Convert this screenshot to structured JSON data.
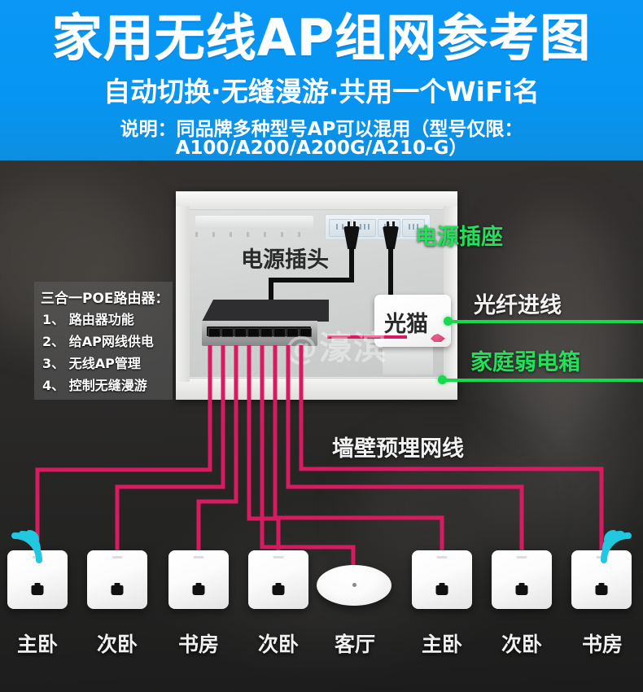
{
  "header": {
    "title": "家用无线AP组网参考图",
    "subtitle": "自动切换·无缝漫游·共用一个WiFi名",
    "note": "说明：同品牌多种型号AP可以混用（型号仅限：A100/A200/A200G/A210-G）",
    "bg_color": "#0a97f5",
    "text_color": "#ffffff"
  },
  "info_box": {
    "title": "三合一POE路由器：",
    "items": [
      "1、 路由器功能",
      "2、 给AP网线供电",
      "3、 无线AP管理",
      "4、 控制无缝漫游"
    ]
  },
  "labels": {
    "power_plug": "电源插头",
    "power_socket": "电源插座",
    "optical_modem": "光猫",
    "fiber_in": "光纤进线",
    "weak_current_box": "家庭弱电箱",
    "wall_cable": "墙壁预埋网线"
  },
  "watermark": "@濠滨",
  "devices": [
    {
      "label": "主卧",
      "type": "wall-ap",
      "wifi": "left"
    },
    {
      "label": "次卧",
      "type": "wall-ap",
      "wifi": "none"
    },
    {
      "label": "书房",
      "type": "wall-ap",
      "wifi": "none"
    },
    {
      "label": "次卧",
      "type": "wall-ap",
      "wifi": "none"
    },
    {
      "label": "客厅",
      "type": "ceiling-ap",
      "wifi": "none"
    },
    {
      "label": "主卧",
      "type": "wall-ap",
      "wifi": "none"
    },
    {
      "label": "次卧",
      "type": "wall-ap",
      "wifi": "none"
    },
    {
      "label": "书房",
      "type": "wall-ap",
      "wifi": "right"
    }
  ],
  "colors": {
    "cable_pink": "#d81b60",
    "leader_green": "#17d94e",
    "wifi_cyan": "#22c8e0",
    "label_white": "#f2f2f2",
    "label_dark": "#2a2a2a"
  }
}
